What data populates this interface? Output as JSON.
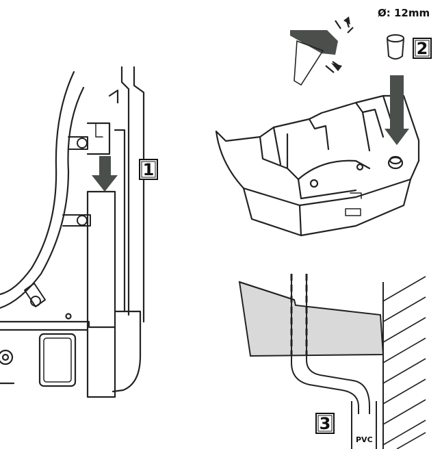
{
  "steps": [
    {
      "label": "1"
    },
    {
      "label": "2"
    },
    {
      "label": "3"
    }
  ],
  "annotations": {
    "diameter": "Ø: 12mm",
    "pipe": "PVC"
  },
  "colors": {
    "line": "#222222",
    "arrow": "#4a4f4c",
    "water": "#d9d9d9",
    "paper": "#ffffff"
  }
}
